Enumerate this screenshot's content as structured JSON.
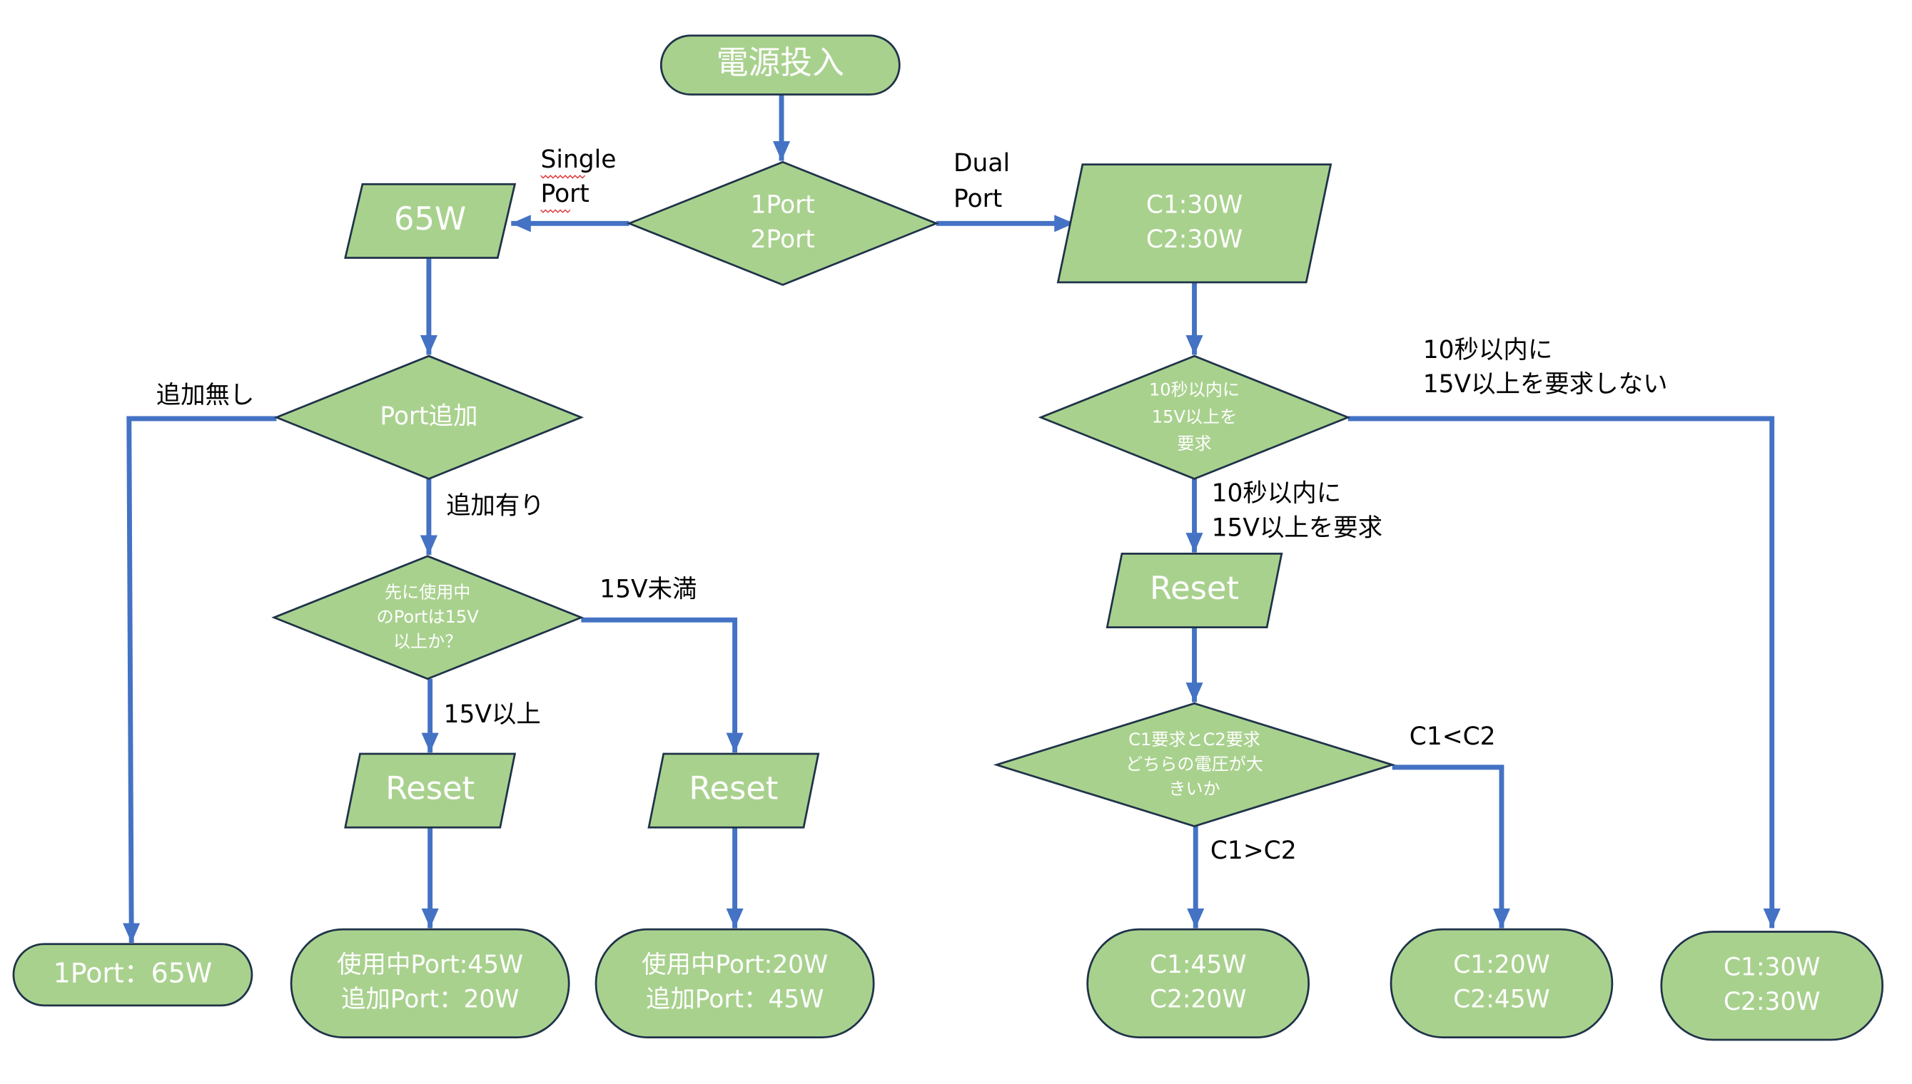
{
  "colors": {
    "node_fill": "#a9d18e",
    "node_stroke": "#1f3349",
    "connector": "#4472c4",
    "node_text": "#ffffff",
    "label_text": "#000000"
  },
  "nodes": {
    "start": {
      "shape": "terminator",
      "lines": [
        "電源投入"
      ]
    },
    "port_count": {
      "shape": "decision",
      "lines": [
        "1Port",
        "2Port"
      ]
    },
    "single_65w": {
      "shape": "data",
      "lines": [
        "65W"
      ]
    },
    "dual_30w": {
      "shape": "data",
      "lines": [
        "C1:30W",
        "C2:30W"
      ]
    },
    "port_add": {
      "shape": "decision",
      "lines": [
        "Port追加"
      ]
    },
    "first_port_15v": {
      "shape": "decision",
      "lines": [
        "先に使用中",
        "のPortは15V",
        "以上か？"
      ]
    },
    "reset_a": {
      "shape": "data",
      "lines": [
        "Reset"
      ]
    },
    "reset_b": {
      "shape": "data",
      "lines": [
        "Reset"
      ]
    },
    "end_1port": {
      "shape": "terminator",
      "lines": [
        "1Port：65W"
      ]
    },
    "end_45_20": {
      "shape": "terminator",
      "lines": [
        "使用中Port:45W",
        "追加Port：20W"
      ]
    },
    "end_20_45": {
      "shape": "terminator",
      "lines": [
        "使用中Port:20W",
        "追加Port：45W"
      ]
    },
    "req_15v": {
      "shape": "decision",
      "lines": [
        "10秒以内に",
        "15V以上を",
        "要求"
      ]
    },
    "reset_c": {
      "shape": "data",
      "lines": [
        "Reset"
      ]
    },
    "compare": {
      "shape": "decision",
      "lines": [
        "C1要求とC2要求",
        "どちらの電圧が大",
        "きいか"
      ]
    },
    "end_c1_45": {
      "shape": "terminator",
      "lines": [
        "C1:45W",
        "C2:20W"
      ]
    },
    "end_c1_20": {
      "shape": "terminator",
      "lines": [
        "C1:20W",
        "C2:45W"
      ]
    },
    "end_30_30": {
      "shape": "terminator",
      "lines": [
        "C1:30W",
        "C2:30W"
      ]
    }
  },
  "edge_labels": {
    "single_port": [
      "Single",
      "Port"
    ],
    "dual_port": [
      "Dual",
      "Port"
    ],
    "no_add": [
      "追加無し"
    ],
    "added": [
      "追加有り"
    ],
    "under_15v": [
      "15V未満"
    ],
    "over_15v": [
      "15V以上"
    ],
    "no_request": [
      "10秒以内に",
      "15V以上を要求しない"
    ],
    "request": [
      "10秒以内に",
      "15V以上を要求"
    ],
    "c1_lt_c2": [
      "C1<C2"
    ],
    "c1_gt_c2": [
      "C1>C2"
    ]
  },
  "edges": [
    {
      "from": "start",
      "to": "port_count"
    },
    {
      "from": "port_count",
      "to": "single_65w",
      "label": "single_port"
    },
    {
      "from": "port_count",
      "to": "dual_30w",
      "label": "dual_port"
    },
    {
      "from": "single_65w",
      "to": "port_add"
    },
    {
      "from": "port_add",
      "to": "end_1port",
      "label": "no_add"
    },
    {
      "from": "port_add",
      "to": "first_port_15v",
      "label": "added"
    },
    {
      "from": "first_port_15v",
      "to": "reset_a",
      "label": "over_15v"
    },
    {
      "from": "first_port_15v",
      "to": "reset_b",
      "label": "under_15v"
    },
    {
      "from": "reset_a",
      "to": "end_45_20"
    },
    {
      "from": "reset_b",
      "to": "end_20_45"
    },
    {
      "from": "dual_30w",
      "to": "req_15v"
    },
    {
      "from": "req_15v",
      "to": "reset_c",
      "label": "request"
    },
    {
      "from": "req_15v",
      "to": "end_30_30",
      "label": "no_request"
    },
    {
      "from": "reset_c",
      "to": "compare"
    },
    {
      "from": "compare",
      "to": "end_c1_45",
      "label": "c1_gt_c2"
    },
    {
      "from": "compare",
      "to": "end_c1_20",
      "label": "c1_lt_c2"
    }
  ]
}
